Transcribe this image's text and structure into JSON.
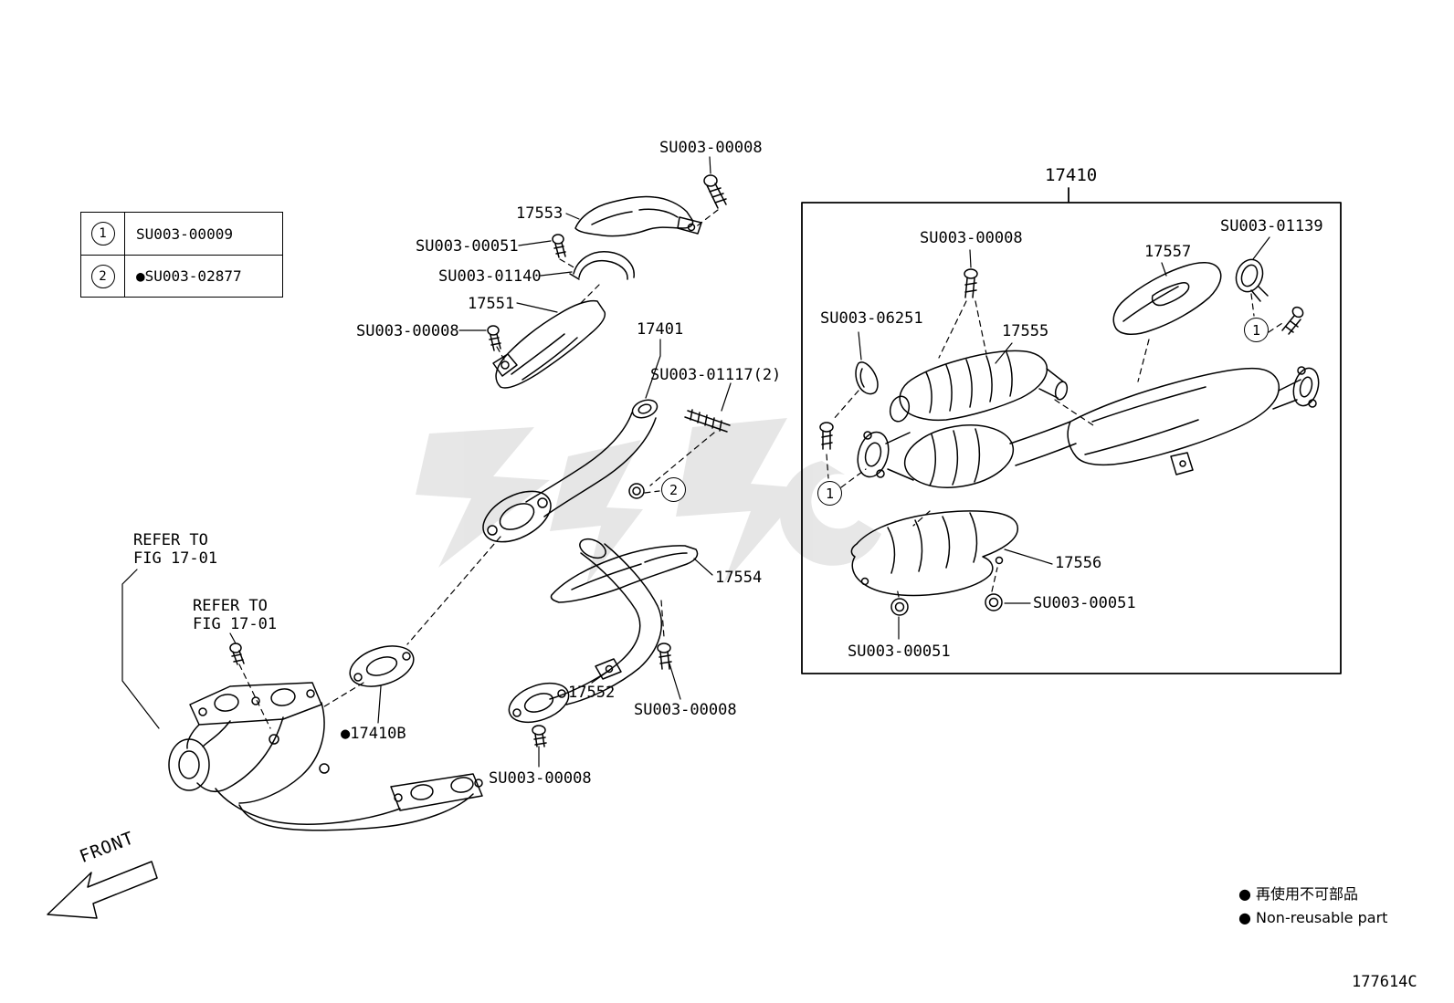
{
  "legend": {
    "rows": [
      {
        "num": "1",
        "text": "SU003-00009"
      },
      {
        "num": "2",
        "text": "●SU003-02877"
      }
    ]
  },
  "labels": {
    "bolt_top": "SU003-00008",
    "p17553": "17553",
    "bolt_00051_upper": "SU003-00051",
    "clamp_01140": "SU003-01140",
    "p17551": "17551",
    "bolt_00008_left": "SU003-00008",
    "p17401": "17401",
    "stud_01117": "SU003-01117(2)",
    "p17410": "17410",
    "bolt_00008_box": "SU003-00008",
    "clamp_01139": "SU003-01139",
    "p17557": "17557",
    "clamp_06251": "SU003-06251",
    "p17555": "17555",
    "p17556": "17556",
    "nut_00051_right": "SU003-00051",
    "nut_00051_bottom": "SU003-00051",
    "refer_line1": "REFER TO",
    "refer_line2": "FIG 17-01",
    "p17554": "17554",
    "p17552": "17552",
    "bolt_00008_lower_right": "SU003-00008",
    "p17410b": "●17410B",
    "bolt_00008_bottom": "SU003-00008"
  },
  "callouts": {
    "one": "1",
    "two": "2"
  },
  "footer": {
    "front": "FRONT",
    "note_jp": "● 再使用不可部品",
    "note_en": "● Non-reusable part",
    "doc_code": "177614C"
  }
}
